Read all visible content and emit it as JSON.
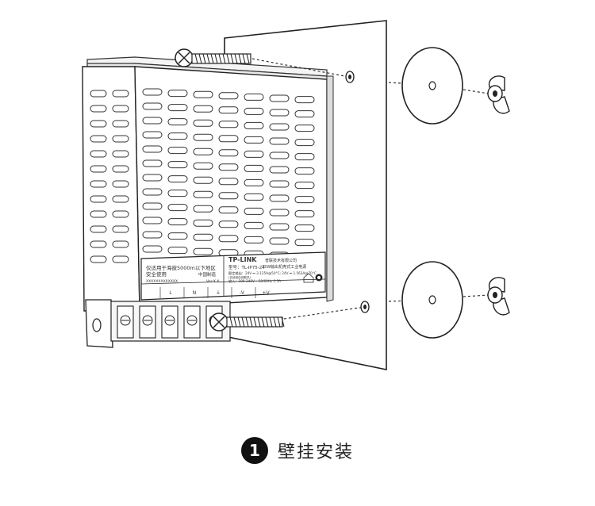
{
  "label": {
    "brand": "TP-LINK",
    "company": "普联技术有限公司",
    "description": "75W输出机壳式工业电源",
    "model": "型号：TL-IP75-24",
    "rating_out": "额定输出：24V ⎓ 3.125A@50°C; 24V ⎓ 1.563A@70°C",
    "rating_out_suffix": "(仅适用自然散热)",
    "rating_in": "输入：100-240V~ 50/60Hz 1.5A",
    "notice_line1": "仅适用于海拔5000m以下地区",
    "notice_line2": "安全使用",
    "made_in": "中国制造",
    "serial": "XXXXXXXXXXXXX",
    "batch": "Ver:X.X"
  },
  "terminals": [
    "L",
    "N",
    "⏚",
    "-V",
    "+V"
  ],
  "caption": {
    "step_number": "1",
    "title": "壁挂安装"
  }
}
